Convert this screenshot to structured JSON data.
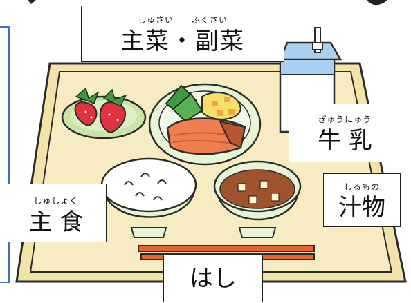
{
  "labels": {
    "main_side": {
      "ruby": "しゅさい　　ふくさい",
      "text": "主菜・副菜"
    },
    "milk": {
      "ruby": "ぎゅうにゅう",
      "text": "牛 乳"
    },
    "soup": {
      "ruby": "しるもの",
      "text": "汁物"
    },
    "staple": {
      "ruby": "しゅしょく",
      "text": "主 食"
    },
    "chopsticks": {
      "text": "はし"
    }
  },
  "colors": {
    "tray": "#f2e3a8",
    "tray_border": "#2b2b2b",
    "bowl_green": "#e8f4d8",
    "salmon": "#f07d4f",
    "miso": "#a0522d",
    "chopsticks": "#e8622e",
    "milk_carton": "#a9d0ee",
    "frame": "#3f6fb5"
  }
}
